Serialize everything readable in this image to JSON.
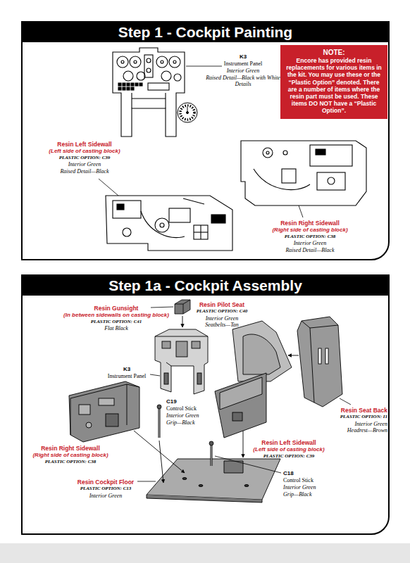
{
  "diagram": {
    "nodes": [
      {
        "text": [
          "Step 1 - Cockpit Painting"
        ]
      },
      {
        "text": [
          "NOTE:",
          "Encore has provided resin replacements for various items in the kit. You may use these or the “Plastic Option” denoted. There are a number of items where the resin part must be used. These items DO NOT have a “Plastic Option”."
        ],
        "in": 0
      },
      {
        "text": [
          "Step 1a - Cockpit Assembly"
        ]
      }
    ],
    "labels": [
      "K3",
      "Instrument Panel",
      "Interior Green",
      "Raised Detail—Black with White Details",
      "Resin Left Sidewall",
      "(Left side of casting block)",
      "PLASTIC OPTION: C39",
      "Interior Green",
      "Raised Detail—Black",
      "Resin Right Sidewall",
      "(Right side of casting block)",
      "PLASTIC OPTION: C38",
      "Interior Green",
      "Raised Detail—Black",
      "Resin Gunsight",
      "(In between sidewalls on casting block)",
      "PLASTIC OPTION: C41",
      "Flat Black",
      "Resin Pilot Seat",
      "PLASTIC OPTION: C40",
      "Interior Green",
      "Seatbelts—Tan",
      "K3",
      "Instrument Panel",
      "C19",
      "Control Stick",
      "Interior Green",
      "Grip—Black",
      "Resin Seat Back",
      "PLASTIC OPTION: I1",
      "Interior Green",
      "Headrest—Brown",
      "Resin Right Sidewall",
      "(Right side of casting block)",
      "PLASTIC OPTION: C38",
      "Resin Left Sidewall",
      "(Left side of casting block)",
      "PLASTIC OPTION: C39",
      "C18",
      "Control Stick",
      "Interior Green",
      "Grip—Black",
      "Resin Cockpit Floor",
      "PLASTIC OPTION: C13",
      "Interior Green"
    ]
  }
}
